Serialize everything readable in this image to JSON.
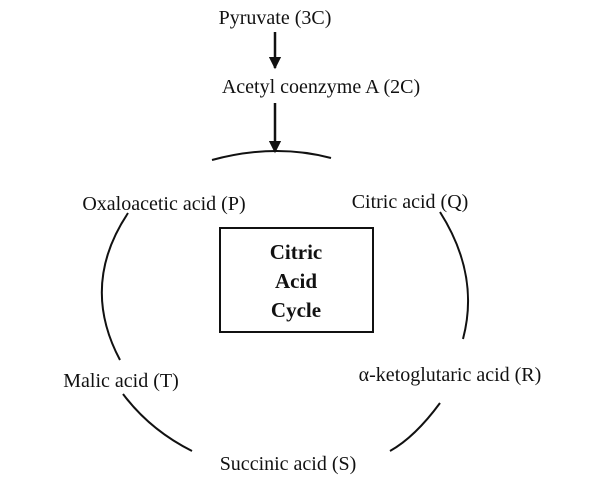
{
  "diagram": {
    "pyruvate": "Pyruvate (3C)",
    "acetyl_coa": "Acetyl coenzyme A (2C)",
    "cycle_title": [
      "Citric",
      "Acid",
      "Cycle"
    ],
    "compounds": {
      "oxaloacetic": "Oxaloacetic acid (P)",
      "citric": "Citric acid (Q)",
      "ketoglutaric": "α-ketoglutaric acid (R)",
      "succinic": "Succinic acid (S)",
      "malic": "Malic acid (T)"
    }
  },
  "colors": {
    "ink": "#111111",
    "background": "#ffffff"
  }
}
